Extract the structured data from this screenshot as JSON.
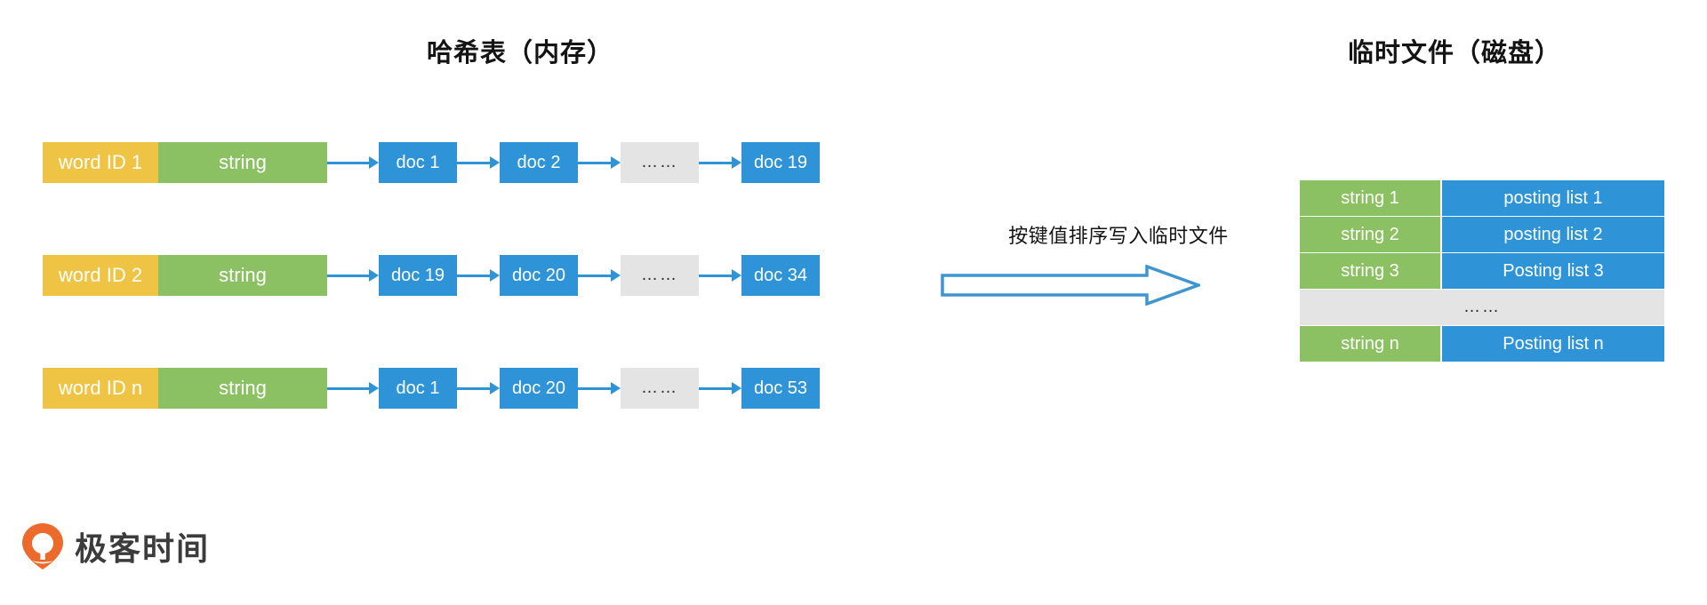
{
  "titles": {
    "left": "哈希表（内存）",
    "right": "临时文件（磁盘）"
  },
  "colors": {
    "word_id": "#EFC444",
    "string": "#8CC163",
    "doc": "#2E94D7",
    "ellipsis": "#E4E4E4",
    "arrow": "#2E94D7",
    "logo": "#EB6A2C",
    "text_dark": "#141414"
  },
  "hash_table": {
    "rows": [
      {
        "word_id": "word ID 1",
        "string": "string",
        "docs": [
          "doc 1",
          "doc 2",
          "……",
          "doc 19"
        ]
      },
      {
        "word_id": "word ID 2",
        "string": "string",
        "docs": [
          "doc 19",
          "doc 20",
          "……",
          "doc 34"
        ]
      },
      {
        "word_id": "word ID n",
        "string": "string",
        "docs": [
          "doc 1",
          "doc 20",
          "……",
          "doc 53"
        ]
      }
    ]
  },
  "transition": {
    "label": "按键值排序写入临时文件",
    "arrow_icon": "block-arrow-right-icon"
  },
  "temp_file": {
    "rows": [
      {
        "key": "string 1",
        "value": "posting list 1",
        "is_ellipsis": false
      },
      {
        "key": "string 2",
        "value": "posting list 2",
        "is_ellipsis": false
      },
      {
        "key": "string 3",
        "value": "Posting list 3",
        "is_ellipsis": false
      },
      {
        "key": "",
        "value": "……",
        "is_ellipsis": true
      },
      {
        "key": "string n",
        "value": "Posting list n",
        "is_ellipsis": false
      }
    ]
  },
  "logo": {
    "text": "极客时间",
    "mark": "geek-time-pin-icon"
  }
}
